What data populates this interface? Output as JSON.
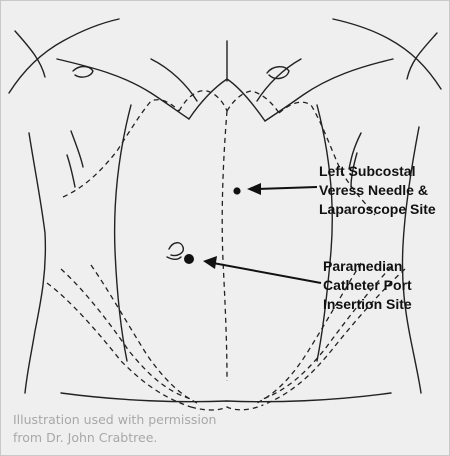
{
  "labels": {
    "site1": [
      "Left Subcostal",
      "Veress Needle &",
      "Laparoscope Site"
    ],
    "site2": [
      "Paramedian",
      "Catheter Port",
      "Insertion Site"
    ]
  },
  "caption": [
    "Illustration  used with permission",
    "from Dr. John Crabtree."
  ],
  "colors": {
    "background": "#efefef",
    "ink": "#111111",
    "caption": "#a8a8a8"
  }
}
